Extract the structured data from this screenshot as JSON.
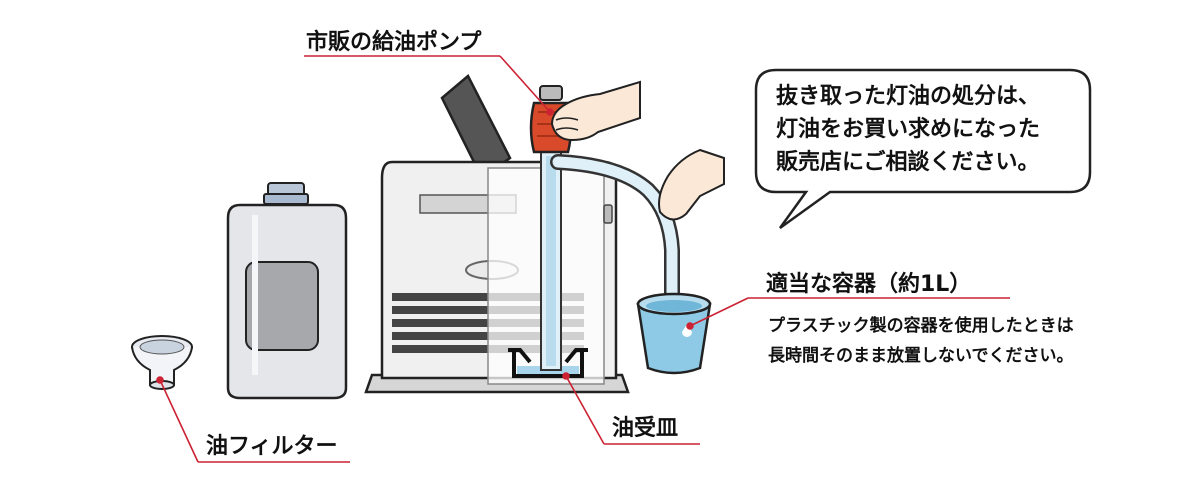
{
  "labels": {
    "pump": "市販の給油ポンプ",
    "filter": "油フィルター",
    "tray": "油受皿",
    "container": "適当な容器（約1L）",
    "container_note_1": "プラスチック製の容器を使用したときは",
    "container_note_2": "長時間そのまま放置しないでください。"
  },
  "bubble": {
    "line1": "抜き取った灯油の処分は、",
    "line2": "灯油をお買い求めになった",
    "line3": "販売店にご相談ください。"
  },
  "colors": {
    "leader_line": "#cc2233",
    "pump_bulb": "#d94a2a",
    "liquid": "#8ecae6",
    "heater_body": "#f0f0f0",
    "outline": "#222222"
  },
  "icons": [
    "kerosene-heater",
    "oil-tank",
    "oil-filter",
    "hand-pump",
    "hand",
    "bucket",
    "oil-tray",
    "speech-bubble"
  ]
}
